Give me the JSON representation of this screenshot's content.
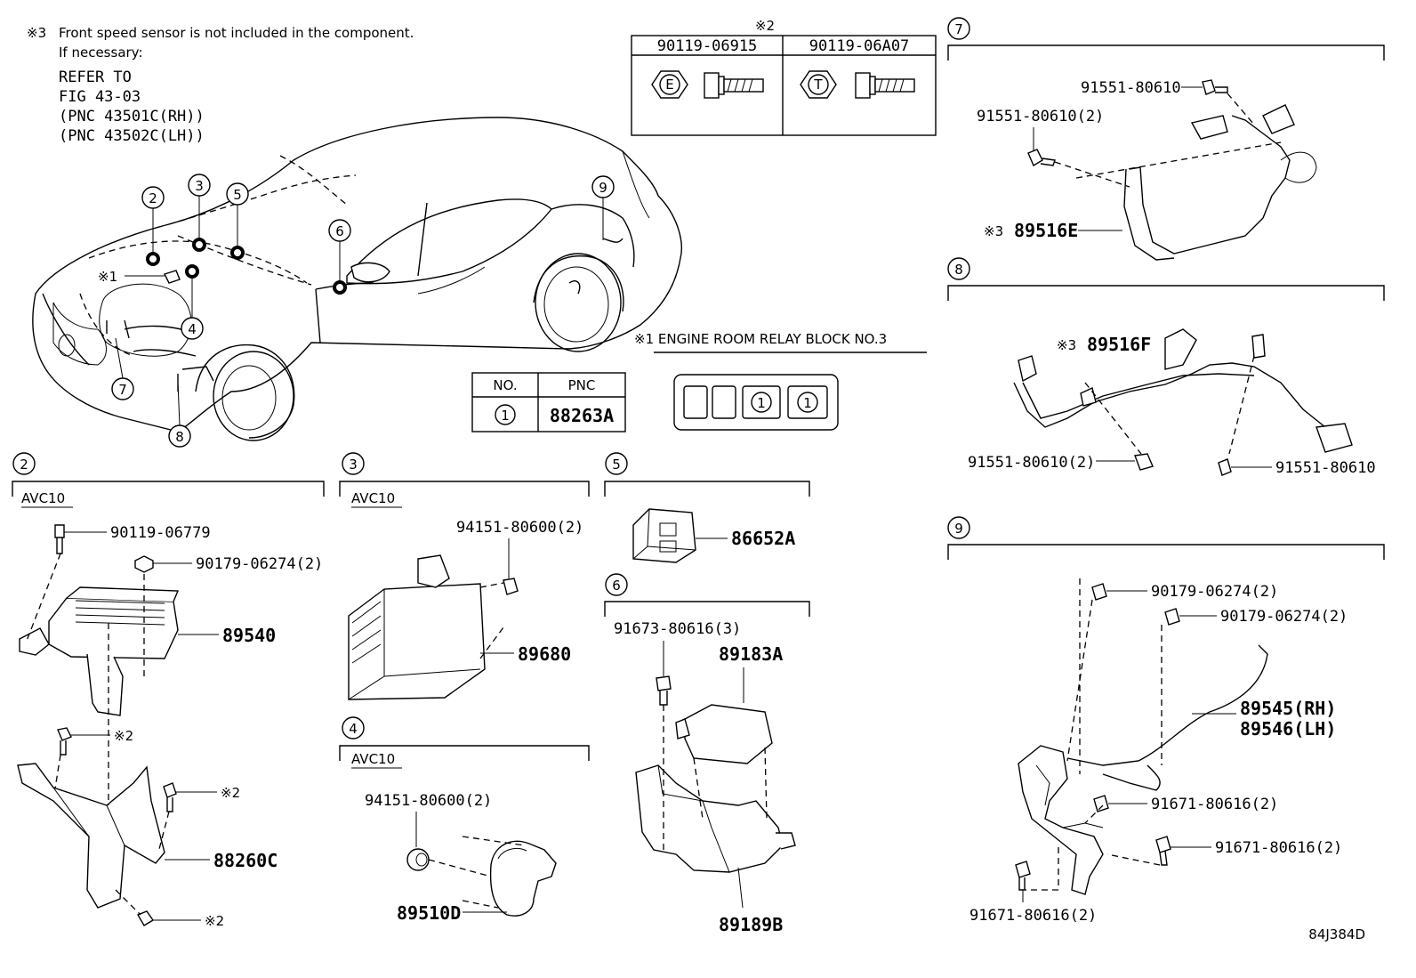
{
  "notes": {
    "note3_symbol": "※3",
    "note3_text": "Front speed sensor is not included in the component.",
    "if_necessary": "If necessary:",
    "refer_to": "REFER TO",
    "fig": "FIG 43-03",
    "pnc_rh": "(PNC 43501C(RH))",
    "pnc_lh": "(PNC 43502C(LH))"
  },
  "bolt_table": {
    "symbol": "※2",
    "col1": "90119-06915",
    "col2": "90119-06A07",
    "mark1": "E",
    "mark2": "T"
  },
  "pnc_table": {
    "header_no": "NO.",
    "header_pnc": "PNC",
    "row_no": "1",
    "row_pnc": "88263A"
  },
  "relay_block": {
    "title": "※1 ENGINE ROOM RELAY BLOCK NO.3",
    "slot3": "1",
    "slot4": "1"
  },
  "car_callouts": {
    "c1": "※1",
    "c2": "2",
    "c3": "3",
    "c4": "4",
    "c5": "5",
    "c6": "6",
    "c7": "7",
    "c8": "8",
    "c9": "9"
  },
  "section2": {
    "num": "2",
    "tag": "AVC10",
    "p1": "90119-06779",
    "p2": "90179-06274(2)",
    "p3": "89540",
    "s1": "※2",
    "s2": "※2",
    "p4": "88260C",
    "s3": "※2"
  },
  "section3": {
    "num": "3",
    "tag": "AVC10",
    "p1": "94151-80600(2)",
    "p2": "89680"
  },
  "section4": {
    "num": "4",
    "tag": "AVC10",
    "p1": "94151-80600(2)",
    "p2": "89510D"
  },
  "section5": {
    "num": "5",
    "p1": "86652A"
  },
  "section6": {
    "num": "6",
    "p1": "91673-80616(3)",
    "p2": "89183A",
    "p3": "89189B"
  },
  "section7": {
    "num": "7",
    "p1": "91551-80610",
    "p2": "91551-80610(2)",
    "p3_mark": "※3",
    "p3": "89516E"
  },
  "section8": {
    "num": "8",
    "p1_mark": "※3",
    "p1": "89516F",
    "p2": "91551-80610(2)",
    "p3": "91551-80610"
  },
  "section9": {
    "num": "9",
    "p1": "90179-06274(2)",
    "p2": "90179-06274(2)",
    "p3": "89545(RH)",
    "p4": "89546(LH)",
    "p5": "91671-80616(2)",
    "p6": "91671-80616(2)",
    "p7": "91671-80616(2)"
  },
  "figure_code": "84J384D"
}
